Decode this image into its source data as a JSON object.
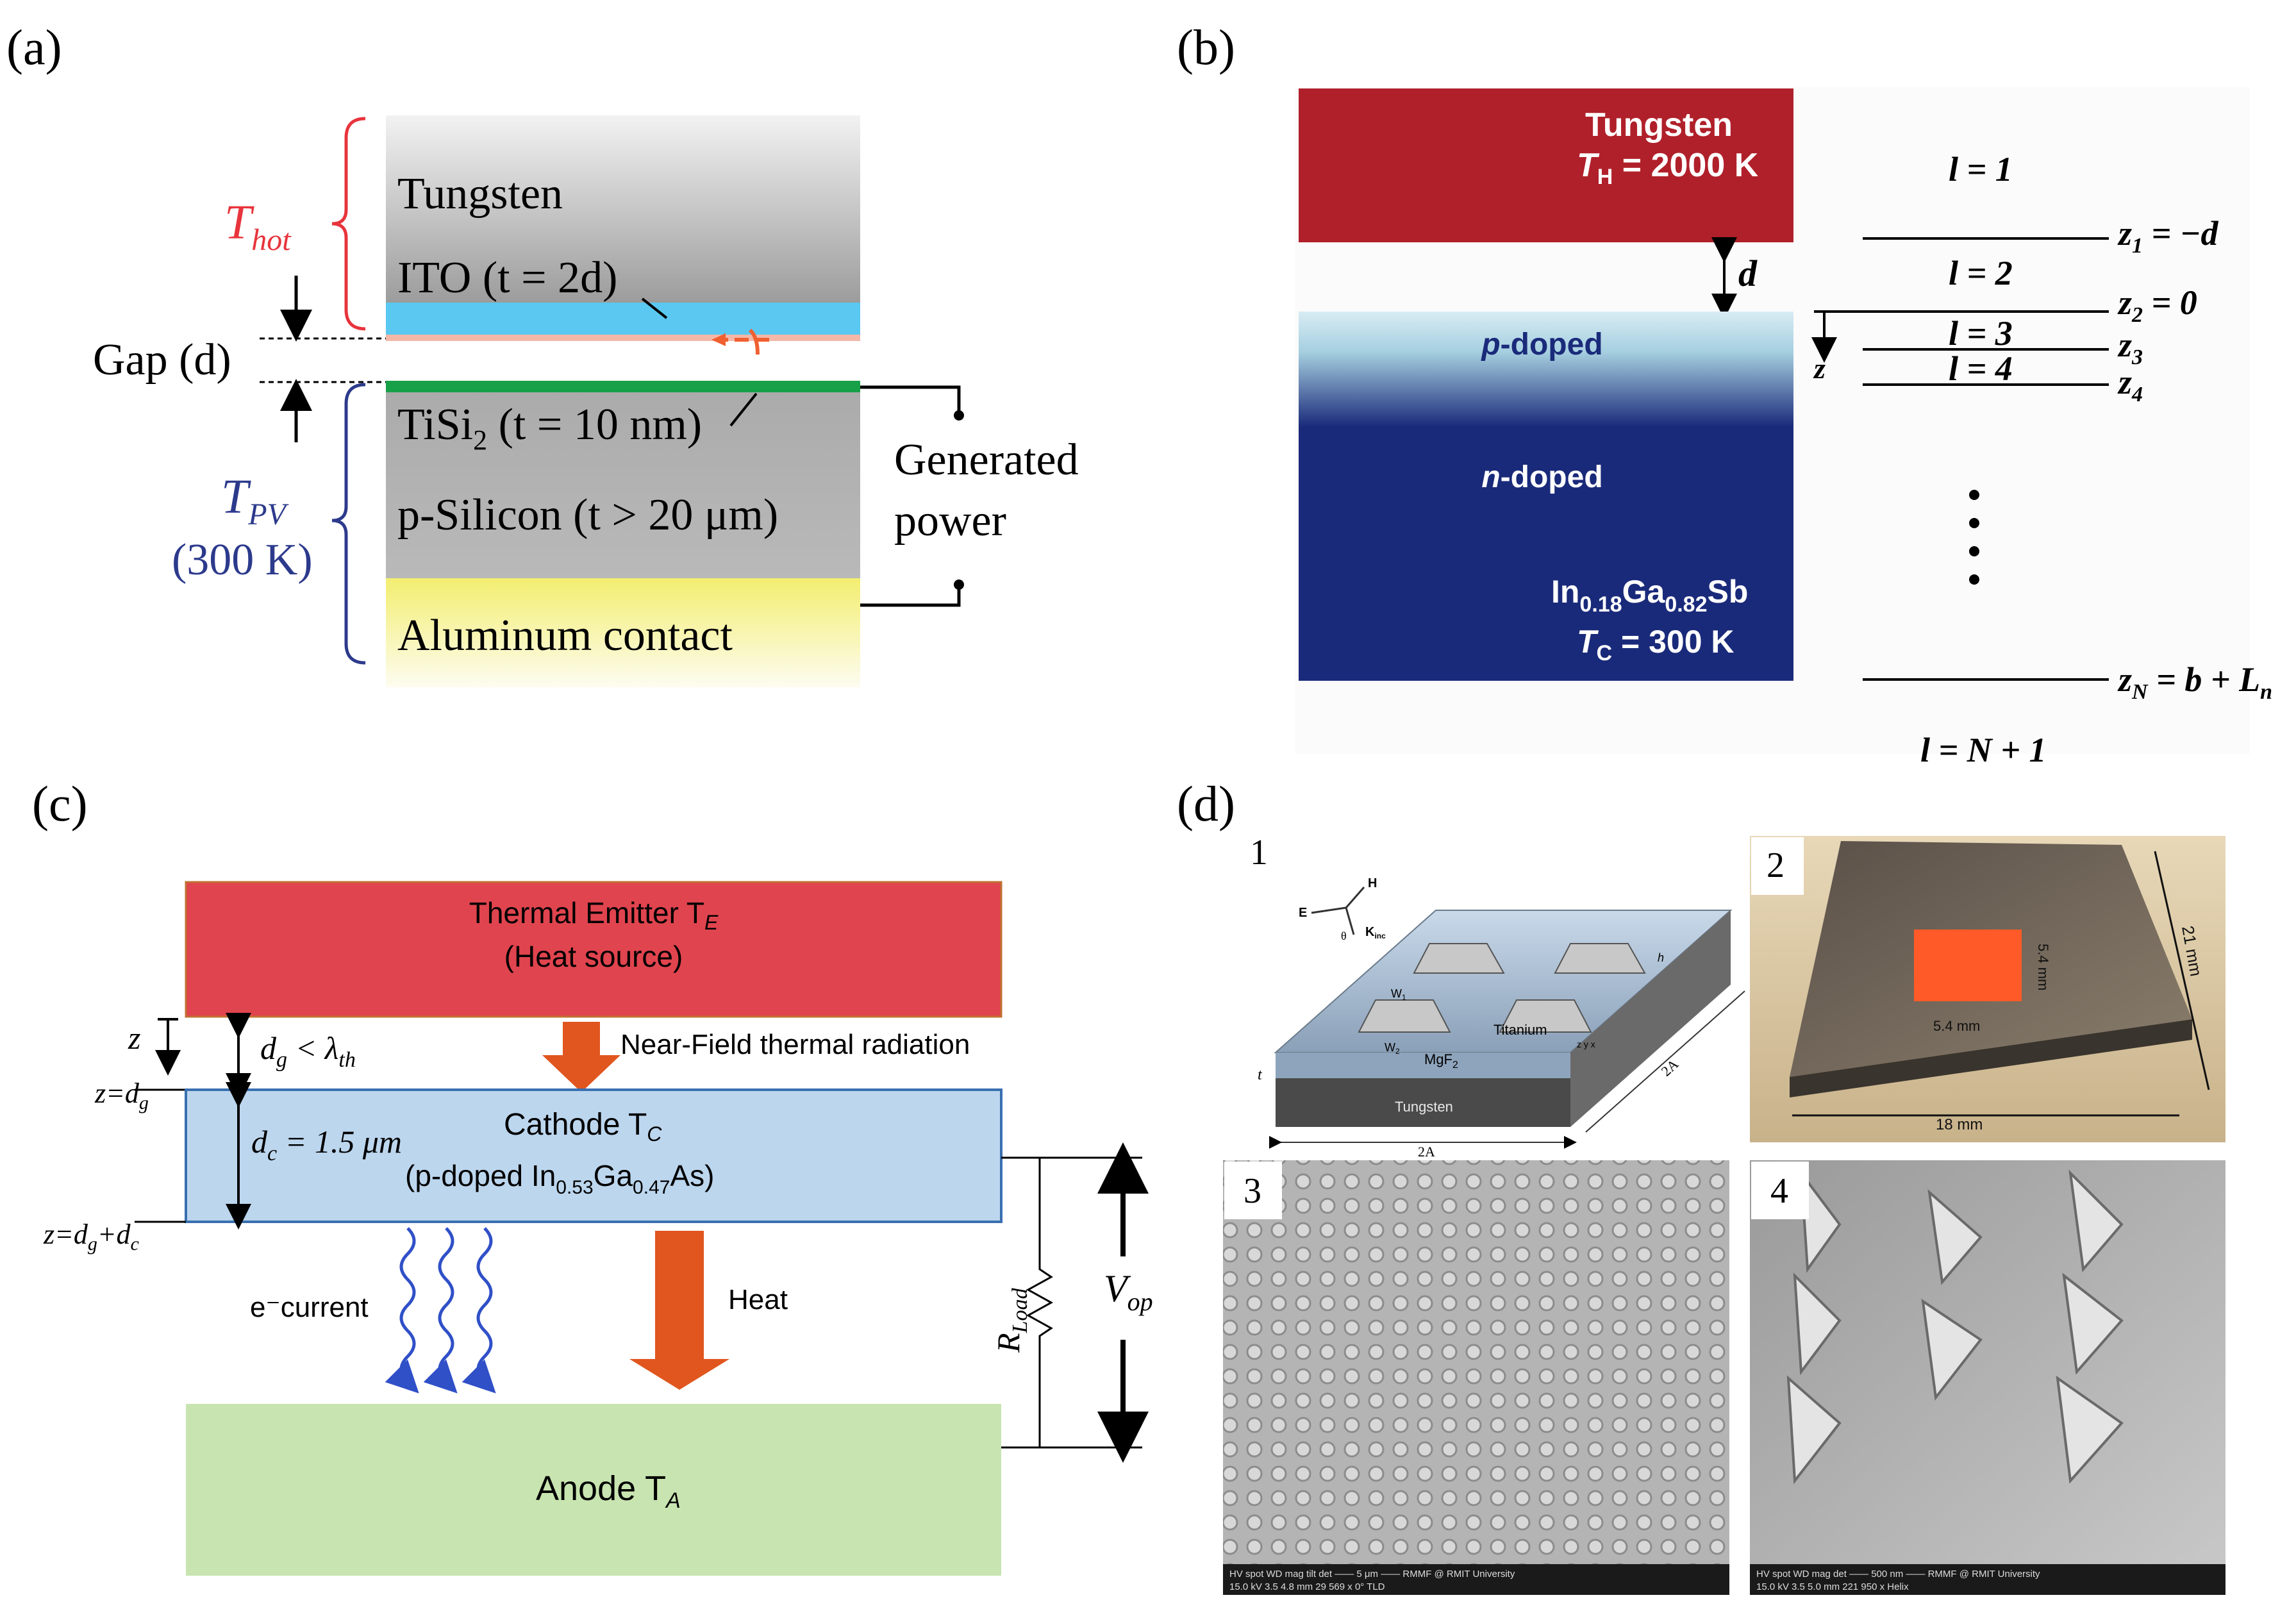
{
  "panel_labels": {
    "a": "(a)",
    "b": "(b)",
    "c": "(c)",
    "d": "(d)"
  },
  "panel_a": {
    "tungsten": "Tungsten",
    "ito": "ITO (t = 2d)",
    "t_hot": "T",
    "t_hot_sub": "hot",
    "gap": "Gap (d)",
    "tisi2": "TiSi",
    "tisi2_sub": "2",
    "tisi2_rest": " (t = 10 nm)",
    "psilicon": "p-Silicon (t > 20 μm)",
    "aluminum": "Aluminum contact",
    "t_pv": "T",
    "t_pv_sub": "PV",
    "t_pv_temp": "(300 K)",
    "generated_line1": "Generated",
    "generated_line2": "power",
    "colors": {
      "hot_brace": "#e8343c",
      "pv_brace": "#2c3a8c",
      "ito": "#5ac8f0",
      "tisi2": "#18a048"
    }
  },
  "panel_b": {
    "tungsten": "Tungsten",
    "th": "T",
    "th_sub": "H",
    "th_value": " = 2000 K",
    "d": "d",
    "pdoped": "p",
    "pdoped_rest": "-doped",
    "ndoped": "n",
    "ndoped_rest": "-doped",
    "material_in": "In",
    "material_in_sub": "0.18",
    "material_ga": "Ga",
    "material_ga_sub": "0.82",
    "material_sb": "Sb",
    "tc": "T",
    "tc_sub": "C",
    "tc_value": " = 300 K",
    "z": "z",
    "layers": [
      "l = 1",
      "l = 2",
      "l = 3",
      "l = 4",
      "l = N + 1"
    ],
    "boundaries": [
      {
        "z": "z",
        "sub": "1",
        "eq": " = −d"
      },
      {
        "z": "z",
        "sub": "2",
        "eq": " = 0"
      },
      {
        "z": "z",
        "sub": "3",
        "eq": ""
      },
      {
        "z": "z",
        "sub": "4",
        "eq": ""
      },
      {
        "z": "z",
        "sub": "N",
        "eq": " = b + L",
        "eq_sub": "n"
      }
    ],
    "colors": {
      "tungsten": "#b0202a",
      "n_region": "#1a2a7a"
    }
  },
  "panel_c": {
    "emitter_line1": "Thermal Emitter T",
    "emitter_sub": "E",
    "emitter_line2": "(Heat source)",
    "z_label": "z",
    "dg_lt": "d",
    "dg_sub": "g",
    "dg_rest": " < λ",
    "dg_rest_sub": "th",
    "near_field": "Near-Field thermal radiation",
    "z_eq_dg": "z=d",
    "z_eq_dg_sub": "g",
    "dc": "d",
    "dc_sub": "c",
    "dc_rest": " = 1.5 μm",
    "cathode": "Cathode  T",
    "cathode_sub": "C",
    "cathode_line2_a": "(p-doped In",
    "cathode_line2_sub1": "0.53",
    "cathode_line2_b": "Ga",
    "cathode_line2_sub2": "0.47",
    "cathode_line2_c": "As)",
    "z_eq_dgdc": "z=d",
    "z_eq_dgdc_sub1": "g",
    "z_eq_dgdc_plus": "+d",
    "z_eq_dgdc_sub2": "c",
    "ecurrent": "e⁻current",
    "heat": "Heat",
    "rload": "R",
    "rload_sub": "Load",
    "vop": "V",
    "vop_sub": "op",
    "anode": "Anode  T",
    "anode_sub": "A",
    "colors": {
      "emitter": "#e0444e",
      "cathode": "#bcd6ee",
      "anode": "#c8e4b0",
      "arrow": "#e0561e",
      "waves": "#3050c8"
    }
  },
  "panel_d": {
    "sub1_number": "1",
    "sub2_number": "2",
    "sub3_number": "3",
    "sub4_number": "4",
    "sub1": {
      "e": "E",
      "h": "H",
      "k": "K",
      "k_sub": "inc",
      "theta": "θ",
      "w1": "W",
      "w1_sub": "1",
      "w2": "W",
      "w2_sub": "2",
      "h_label": "h",
      "titanium": "Titanium",
      "mgf2": "MgF",
      "mgf2_sub": "2",
      "tungsten": "Tungsten",
      "t": "t",
      "dim_2a_bottom": "2A",
      "dim_2a_side": "2A",
      "axes": "z y x"
    },
    "sub2": {
      "dim_54_v": "5.4 mm",
      "dim_54_h": "5.4 mm",
      "dim_21": "21 mm",
      "dim_18": "18 mm"
    },
    "sub3": {
      "sem_bar": "HV  spot  WD  mag  tilt  det    ——  5 μm  ——   RMMF @ RMIT University",
      "sem_values": "15.0 kV  3.5  4.8 mm  29 569 x  0°  TLD"
    },
    "sub4": {
      "sem_bar": "HV  spot  WD  mag  det    ——  500 nm  ——   RMMF @ RMIT University",
      "sem_values": "15.0 kV  3.5  5.0 mm  221 950 x  Helix"
    }
  }
}
